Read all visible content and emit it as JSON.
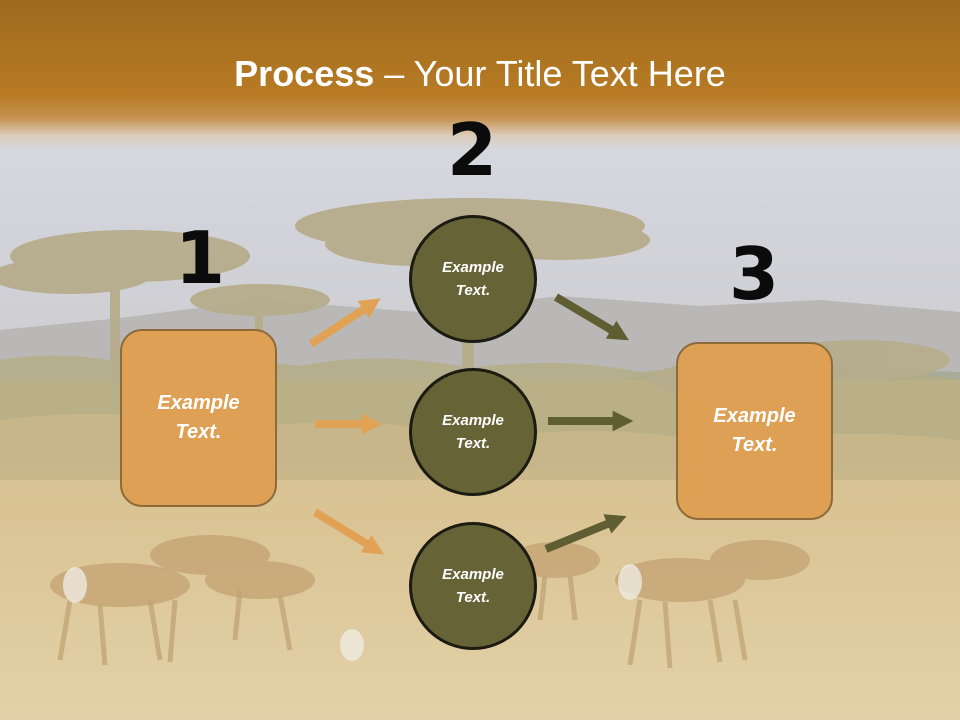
{
  "title": {
    "strong": "Process",
    "rest": " – Your Title Text Here"
  },
  "colors": {
    "header": "#ad7421",
    "box_fill": "#dea055",
    "box_border": "#8c6a39",
    "circle_fill": "#666436",
    "circle_border": "#1b1b12",
    "arrow_orange": "#e1a255",
    "arrow_olive": "#5f5e32"
  },
  "steps": {
    "one": "1",
    "two": "2",
    "three": "3"
  },
  "boxes": {
    "left": "Example\nText.",
    "right": "Example\nText."
  },
  "circles": [
    {
      "text": "Example\nText."
    },
    {
      "text": "Example\nText."
    },
    {
      "text": "Example\nText."
    }
  ]
}
